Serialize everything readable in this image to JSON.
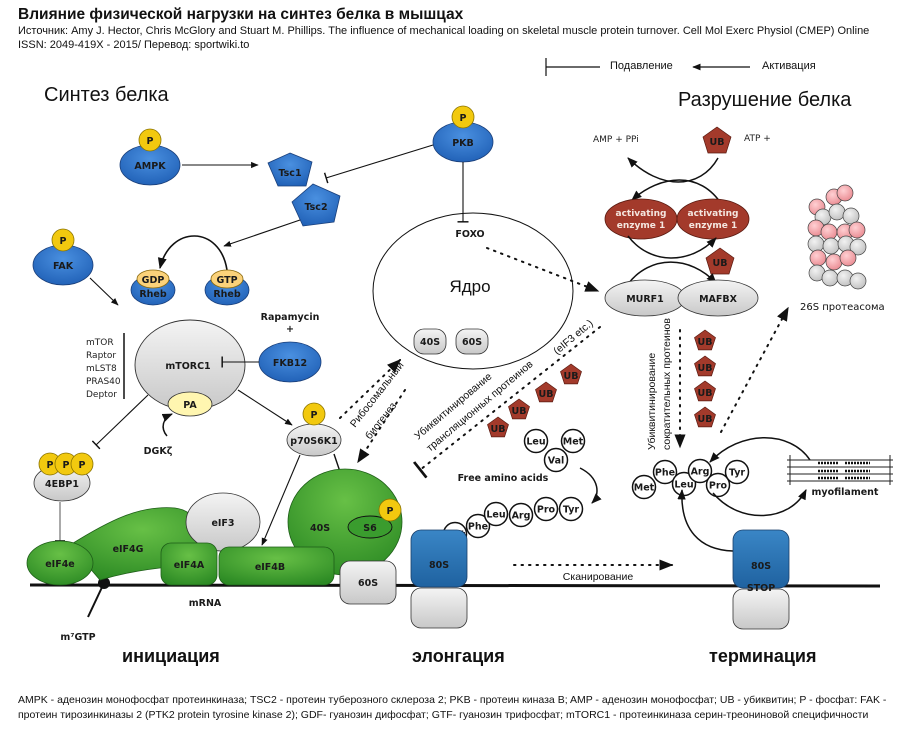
{
  "header": {
    "title": "Влияние физической нагрузки на синтез белка в мышцах",
    "source_line1": "Источник: Amy J. Hector, Chris McGlory and Stuart M. Phillips. The influence of mechanical loading on skeletal muscle protein turnover. Cell Mol Exerc Physiol (CMEP) Online",
    "source_line2": "ISSN: 2049-419X - 2015/ Перевод: sportwiki.to"
  },
  "legend": {
    "inhibition": "Подавление",
    "activation": "Активация"
  },
  "sections": {
    "synthesis": "Синтез белка",
    "breakdown": "Разрушение белка"
  },
  "stages": {
    "initiation": "инициация",
    "elongation": "элонгация",
    "termination": "терминация"
  },
  "nodes": {
    "phosphate": "P",
    "ampk": "AMPK",
    "pkb": "PKB",
    "tsc1": "Tsc1",
    "tsc2": "Tsc2",
    "fak": "FAK",
    "gdp": "GDP",
    "gtp": "GTP",
    "rheb": "Rheb",
    "mtorc1": "mTORC1",
    "mtorc1_components": [
      "mTOR",
      "Raptor",
      "mLST8",
      "PRAS40",
      "Deptor"
    ],
    "rapamycin": "Rapamycin",
    "plus": "+",
    "fkb12": "FKB12",
    "pa": "PA",
    "dgk": "DGKζ",
    "p70s6k1": "p70S6K1",
    "ebp1": "4EBP1",
    "eif3": "eIF3",
    "eif4g": "eIF4G",
    "eif4e": "eIF4e",
    "eif4a": "eIF4A",
    "eif4b": "eIF4B",
    "s40": "40S",
    "s60": "60S",
    "s6": "S6",
    "m7gtp": "m⁷GTP",
    "mrna": "mRNA",
    "nucleus": "Ядро",
    "foxo": "FOXO",
    "ribo_biogenesis_1": "Рибосомальный",
    "ribo_biogenesis_2": "биогенез",
    "ubiq_trans_1": "Убиквитинирование",
    "ubiq_trans_2": "трансляционных протеинов",
    "eif3_etc": "(eIF3 etc.)",
    "ub": "UB",
    "free_amino_acids": "Free amino acids",
    "s80": "80S",
    "stop": "STOP",
    "scanning": "Сканирование",
    "amp_ppi": "AMP + PPi",
    "atp": "ATP +",
    "activating_enzyme": "activating",
    "activating_enzyme_2": "enzyme 1",
    "murf1": "MURF1",
    "mafbx": "MAFBX",
    "proteasome": "26S протеасома",
    "ubiq_contr_1": "Убиквитинирование",
    "ubiq_contr_2": "сократительных протеинов",
    "myofilament": "myofilament"
  },
  "amino_acids": {
    "free": [
      "Leu",
      "Met",
      "Val"
    ],
    "chain": [
      "Met",
      "Phe",
      "Leu",
      "Arg",
      "Pro",
      "Tyr"
    ],
    "term": [
      "Met",
      "Phe",
      "Leu",
      "Arg",
      "Pro",
      "Tyr"
    ]
  },
  "colors": {
    "blue": "#2f6fc4",
    "green": "#3a9c2e",
    "yellow": "#f2c90f",
    "red": "#a33a2b",
    "gray": "#dcdcdc",
    "ribosome_blue": "#2a73b0",
    "pink": "#f2a3a8"
  },
  "footer": {
    "glossary": "AMPK - аденозин монофосфат протеинкиназа; TSC2 - протеин туберозного склероза 2; PKB - протеин киназа B; AMP - аденозин монофосфат; UB - убиквитин; P - фосфат: FAK - протеин тирозинкиназы 2 (PTK2 protein tyrosine kinase 2); GDF- гуанозин дифосфат; GTF- гуанозин трифосфат; mTORC1 - протеинкиназа серин-треониновой специфичности"
  }
}
